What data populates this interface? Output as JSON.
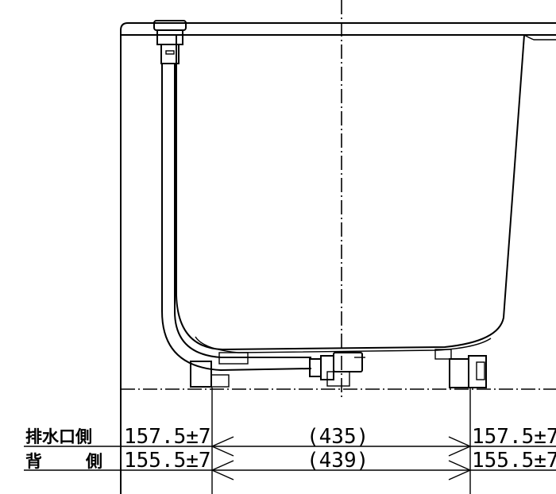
{
  "dimension_table": {
    "rows": [
      {
        "label": "排水口側",
        "left": "157.5±7",
        "center": "(435)",
        "right": "157.5±7"
      },
      {
        "label_parts": [
          "背",
          "側"
        ],
        "left": "155.5±7",
        "center": "(439)",
        "right": "155.5±7"
      }
    ]
  }
}
